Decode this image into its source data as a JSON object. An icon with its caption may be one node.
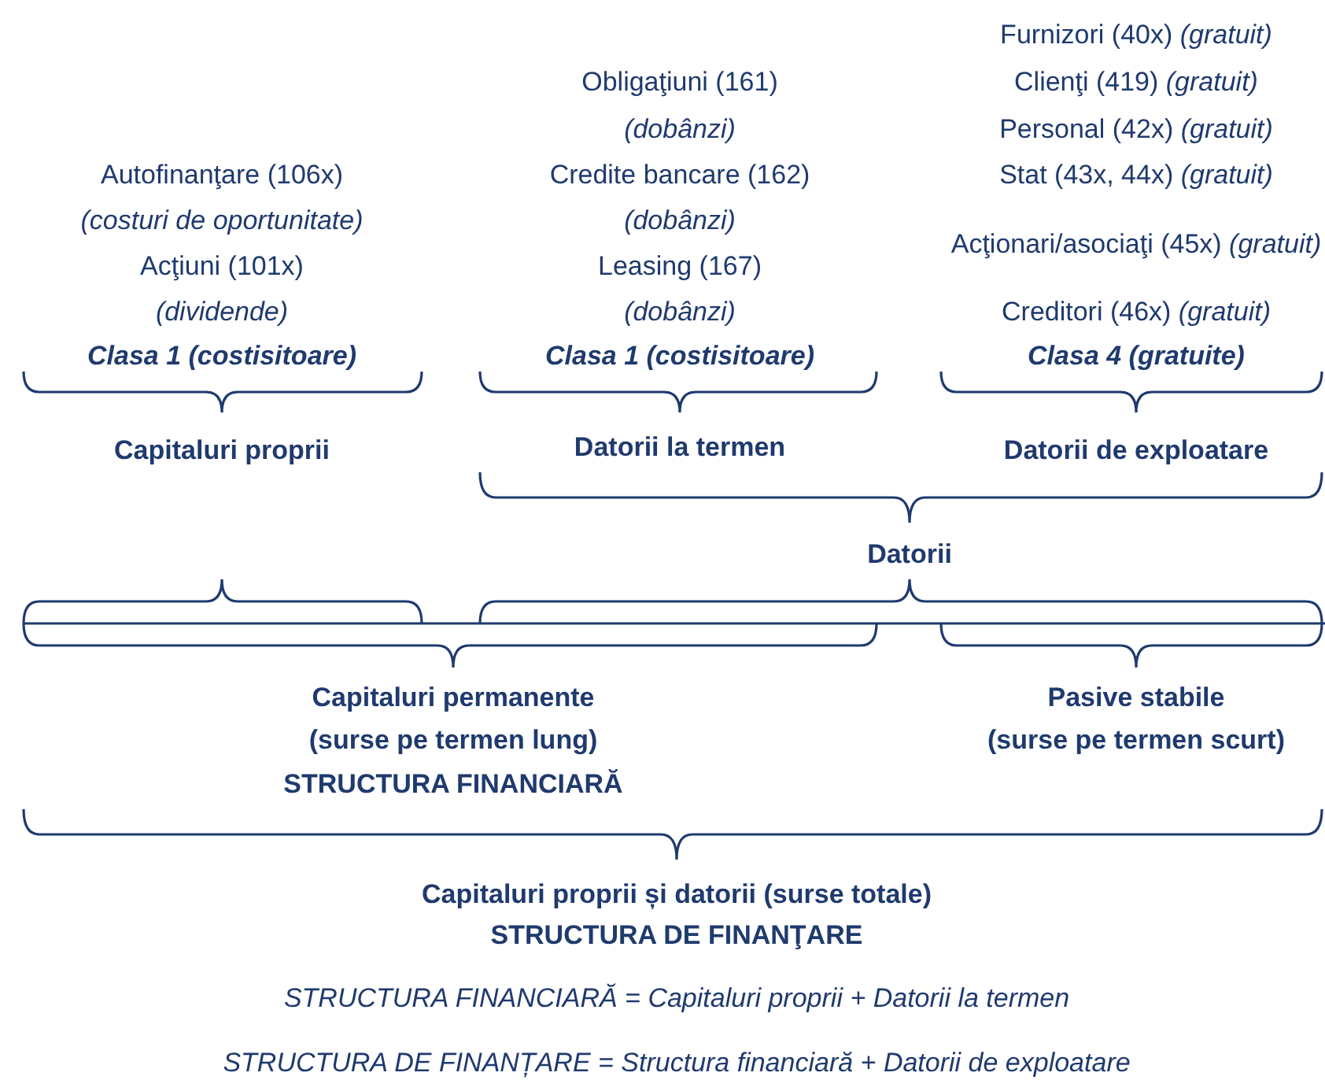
{
  "diagram": {
    "labels": [
      "Furnizori (40x) *(gratuit)*",
      "Obligaţiuni (161)",
      "Clienţi (419) *(gratuit)*",
      "(dobânzi)",
      "Personal (42x) *(gratuit)*",
      "Autofinanţare (106x)",
      "Credite bancare (162)",
      "Stat (43x, 44x) *(gratuit)*",
      "(costuri de oportunitate)",
      "(dobânzi)",
      "Acţionari/asociaţi (45x) *(gratuit)*",
      "Acţiuni (101x)",
      "Leasing (167)",
      "(dividende)",
      "(dobânzi)",
      "Creditori (46x) *(gratuit)*",
      "Clasa 1 (costisitoare)",
      "Clasa 1 (costisitoare)",
      "Clasa 4 (gratuite)",
      "Capitaluri proprii",
      "Datorii la termen",
      "Datorii de exploatare",
      "Datorii",
      "Capitaluri permanente",
      "Pasive stabile",
      "(surse pe termen lung)",
      "(surse pe termen scurt)",
      "STRUCTURA FINANCIARĂ",
      "Capitaluri proprii și datorii (surse totale)",
      "STRUCTURA DE FINANŢARE",
      "STRUCTURA FINANCIARĂ = Capitaluri proprii + Datorii la termen",
      "STRUCTURA DE FINANȚARE = Structura financiară + Datorii de exploatare"
    ]
  }
}
